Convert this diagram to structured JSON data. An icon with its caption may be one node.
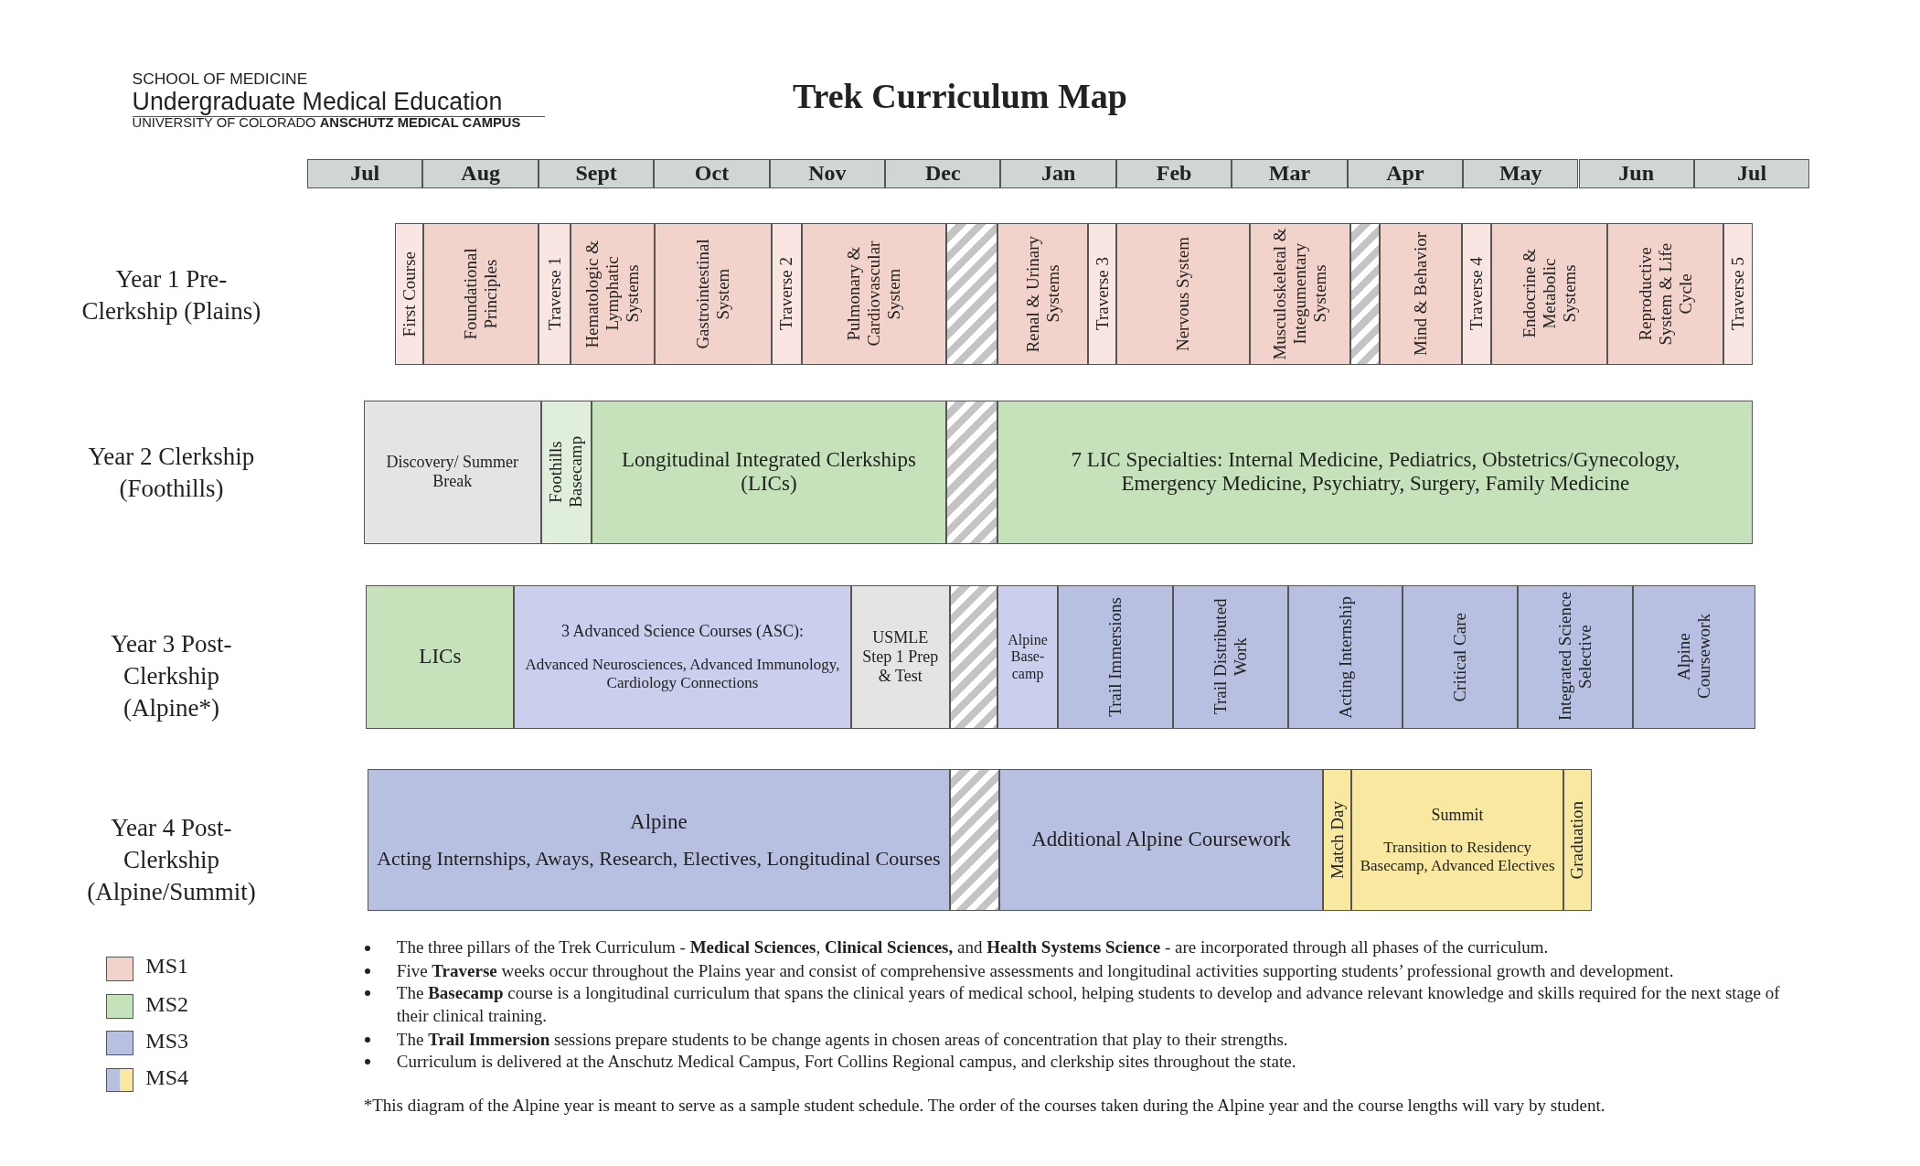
{
  "diagram": {
    "title": "Trek Curriculum Map",
    "nodes": [
      {
        "text": [
          "Jul"
        ]
      },
      {
        "text": [
          "Aug"
        ]
      },
      {
        "text": [
          "Sept"
        ]
      },
      {
        "text": [
          "Oct"
        ]
      },
      {
        "text": [
          "Nov"
        ]
      },
      {
        "text": [
          "Dec"
        ]
      },
      {
        "text": [
          "Jan"
        ]
      },
      {
        "text": [
          "Feb"
        ]
      },
      {
        "text": [
          "Mar"
        ]
      },
      {
        "text": [
          "Apr"
        ]
      },
      {
        "text": [
          "May"
        ]
      },
      {
        "text": [
          "Jun"
        ]
      },
      {
        "text": [
          "Jul"
        ]
      },
      {
        "text": [
          "First Course"
        ]
      },
      {
        "text": [
          "Foundational Principles"
        ]
      },
      {
        "text": [
          "Traverse 1"
        ]
      },
      {
        "text": [
          "Hematologic & Lymphatic Systems"
        ]
      },
      {
        "text": [
          "Gastrointestinal System"
        ]
      },
      {
        "text": [
          "Traverse 2"
        ]
      },
      {
        "text": [
          "Pulmonary & Cardiovascular System"
        ]
      },
      {
        "text": [],
        "shape": "box"
      },
      {
        "text": [
          "Renal & Urinary Systems"
        ]
      },
      {
        "text": [
          "Traverse 3"
        ]
      },
      {
        "text": [
          "Nervous System"
        ]
      },
      {
        "text": [
          "Musculoskeletal & Integumentary Systems"
        ]
      },
      {
        "text": [],
        "shape": "box"
      },
      {
        "text": [
          "Mind & Behavior"
        ]
      },
      {
        "text": [
          "Traverse 4"
        ]
      },
      {
        "text": [
          "Endocrine & Metabolic Systems"
        ]
      },
      {
        "text": [
          "Reproductive System & Life Cycle"
        ]
      },
      {
        "text": [
          "Traverse 5"
        ]
      },
      {
        "text": [
          "Discovery/ Summer Break"
        ]
      },
      {
        "text": [
          "Foothills Basecamp"
        ]
      },
      {
        "text": [
          "Longitudinal Integrated Clerkships (LICs)"
        ]
      },
      {
        "text": [],
        "shape": "box"
      },
      {
        "text": [
          "7 LIC Specialties: Internal Medicine, Pediatrics, Obstetrics/Gynecology, Emergency Medicine, Psychiatry, Surgery, Family Medicine"
        ]
      },
      {
        "text": [
          "LICs"
        ]
      },
      {
        "text": [
          "3 Advanced Science Courses (ASC):",
          "Advanced Neurosciences, Advanced Immunology, Cardiology Connections"
        ]
      },
      {
        "text": [
          "USMLE Step 1 Prep & Test"
        ]
      },
      {
        "text": [],
        "shape": "box"
      },
      {
        "text": [
          "Alpine Base-camp"
        ]
      },
      {
        "text": [
          "Trail Immersions"
        ]
      },
      {
        "text": [
          "Trail Distributed Work"
        ]
      },
      {
        "text": [
          "Acting Internship"
        ]
      },
      {
        "text": [
          "Critical Care"
        ]
      },
      {
        "text": [
          "Integrated Science Selective"
        ]
      },
      {
        "text": [
          "Alpine Coursework"
        ]
      },
      {
        "text": [
          "Alpine",
          "Acting Internships, Aways, Research, Electives, Longitudinal Courses"
        ]
      },
      {
        "text": [],
        "shape": "box"
      },
      {
        "text": [
          "Additional Alpine Coursework"
        ]
      },
      {
        "text": [
          "Match Day"
        ]
      },
      {
        "text": [
          "Summit",
          "Transition to Residency Basecamp, Advanced Electives"
        ]
      },
      {
        "text": [
          "Graduation"
        ]
      }
    ],
    "labels": [
      "SCHOOL OF MEDICINE",
      "Undergraduate Medical Education",
      "UNIVERSITY OF COLORADO **ANSCHUTZ MEDICAL CAMPUS**",
      "Year 1 Pre-Clerkship (Plains)",
      "Year 2 Clerkship (Foothills)",
      "Year 3 Post-Clerkship (Alpine*)",
      "Year 4 Post-Clerkship (Alpine/Summit)",
      "The three pillars of the Trek Curriculum - **Medical Sciences**, **Clinical Sciences,** and **Health Systems Science** - are incorporated through all phases of the curriculum.",
      "Five **Traverse** weeks occur throughout the Plains year and consist of comprehensive assessments and longitudinal activities supporting students’ professional growth and development.",
      "The **Basecamp** course is a longitudinal curriculum that spans the clinical years of medical school, helping students to develop and advance relevant knowledge and skills required for the next stage of their clinical training.",
      "The **Trail Immersion** sessions prepare students to be change agents in chosen areas of concentration that play to their strengths.",
      "Curriculum is delivered at the Anschutz Medical Campus, Fort Collins Regional campus, and clerkship sites throughout the state.",
      "*This diagram of the Alpine year is meant to serve as a sample student schedule. The order of the courses taken during the Alpine year and the course lengths will vary by student."
    ],
    "legend": [
      {
        "text": "MS1",
        "color": "#f2d3cb"
      },
      {
        "text": "MS2",
        "color": "#c5e2bb"
      },
      {
        "text": "MS3",
        "color": "#b8c0e2"
      },
      {
        "text": "MS4"
      }
    ]
  }
}
